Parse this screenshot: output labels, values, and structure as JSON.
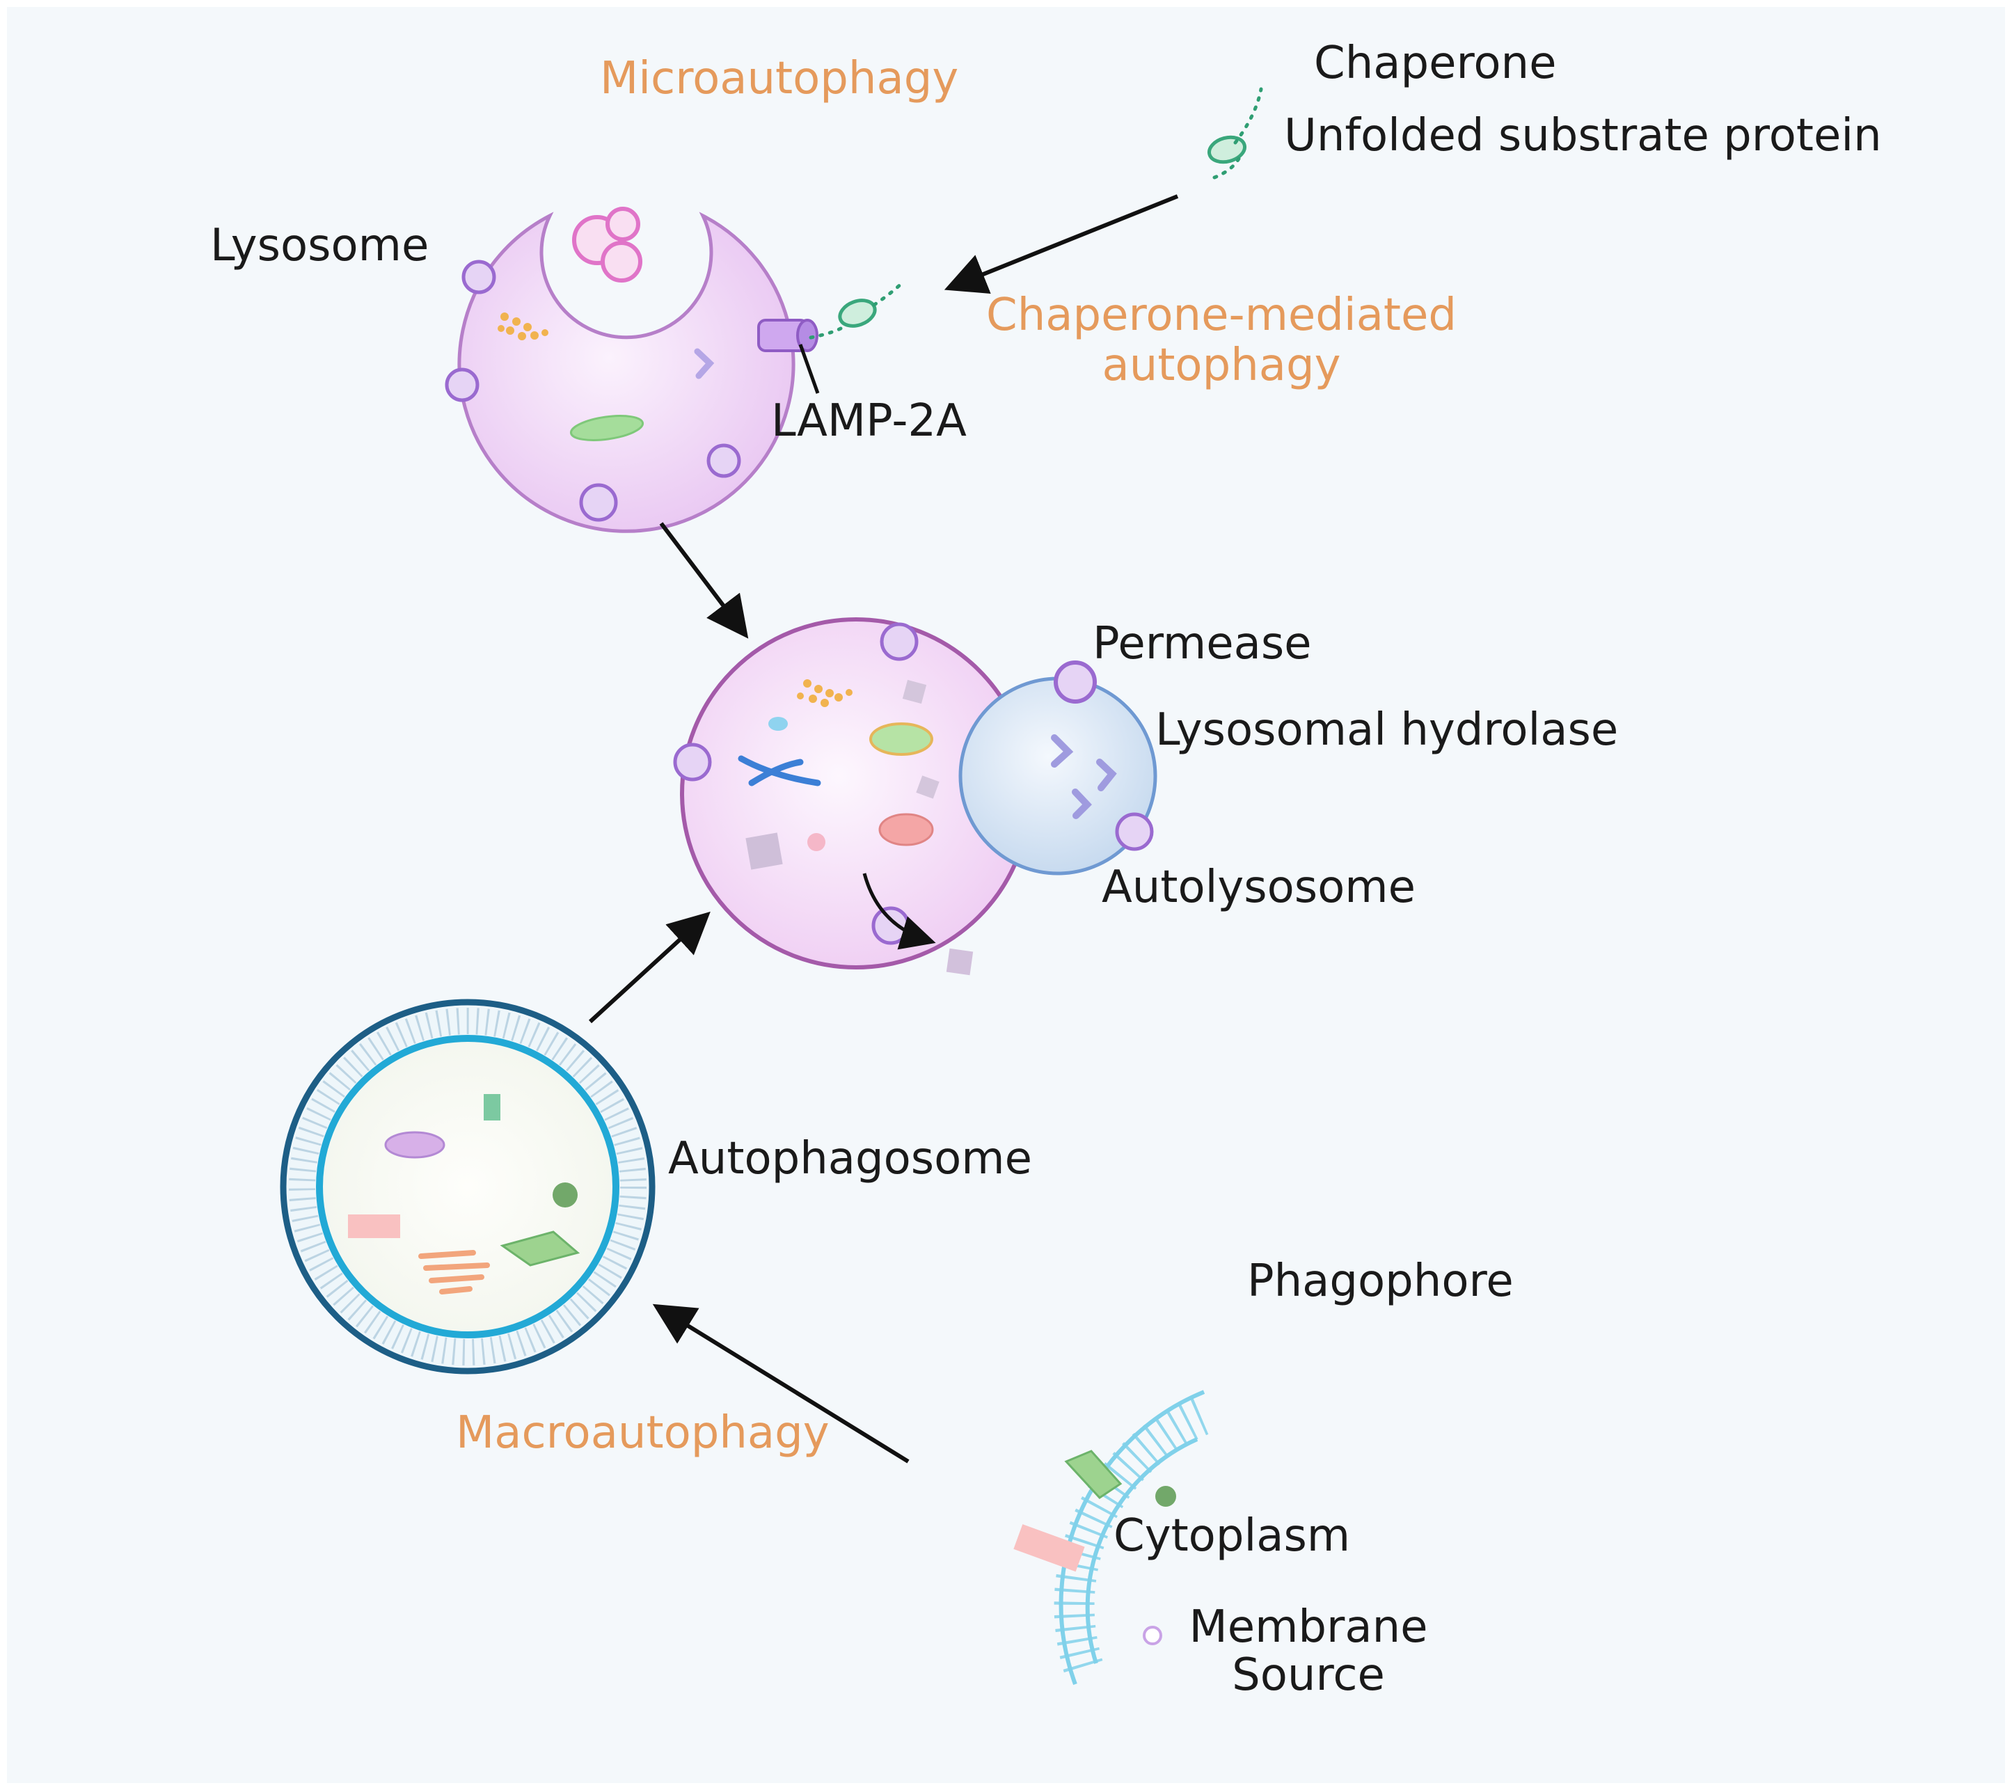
{
  "labels": {
    "microautophagy": "Microautophagy",
    "chaperone": "Chaperone",
    "unfolded_substrate_protein": "Unfolded substrate protein",
    "lysosome": "Lysosome",
    "chaperone_mediated_line1": "Chaperone-mediated",
    "chaperone_mediated_line2": "autophagy",
    "lamp2a": "LAMP-2A",
    "permease": "Permease",
    "lysosomal_hydrolase": "Lysosomal hydrolase",
    "autolysosome": "Autolysosome",
    "autophagosome": "Autophagosome",
    "phagophore": "Phagophore",
    "macroautophagy": "Macroautophagy",
    "cytoplasm": "Cytoplasm",
    "membrane_line1": "Membrane",
    "membrane_line2": "Source"
  },
  "colors": {
    "pathway_label": "#e59a5c",
    "text": "#1a1a1a",
    "lysosome_fill": "#f1d9f6",
    "lysosome_stroke": "#b67fc9",
    "membrane_protein": "#c9a3e6",
    "autophagosome_outer": "#1d5e86",
    "autophagosome_inner": "#22a9d6",
    "phagophore": "#7fd0ea",
    "background": "#f4f8fb"
  }
}
